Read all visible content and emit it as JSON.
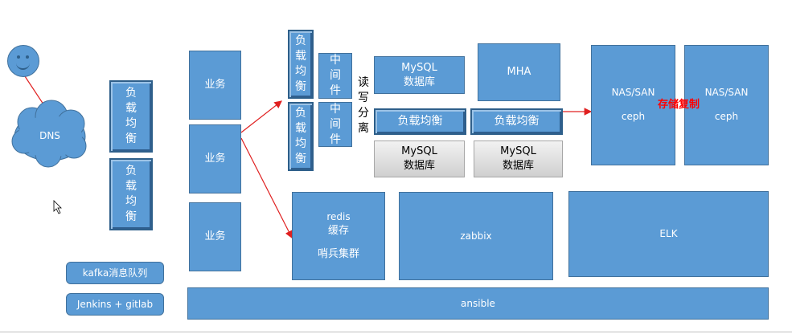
{
  "user": {
    "face": ""
  },
  "dns": {
    "label": "DNS"
  },
  "lb_left": [
    {
      "chars": [
        "负",
        "载",
        "均",
        "衡"
      ]
    },
    {
      "chars": [
        "负",
        "载",
        "均",
        "衡"
      ]
    }
  ],
  "biz": [
    "业务",
    "业务",
    "业务"
  ],
  "lb_mid": [
    {
      "chars": [
        "负",
        "载",
        "均",
        "衡"
      ]
    },
    {
      "chars": [
        "负",
        "载",
        "均",
        "衡"
      ]
    }
  ],
  "middleware": [
    {
      "chars": [
        "中",
        "间",
        "件"
      ]
    },
    {
      "chars": [
        "中",
        "间",
        "件"
      ]
    }
  ],
  "rw_split": {
    "chars": [
      "读",
      "写",
      "分",
      "离"
    ]
  },
  "mysql_master": {
    "line1": "MySQL",
    "line2": "数据库"
  },
  "mha": {
    "label": "MHA"
  },
  "lb_db": [
    "负载均衡",
    "负载均衡"
  ],
  "mysql_slaves": [
    {
      "line1": "MySQL",
      "line2": "数据库"
    },
    {
      "line1": "MySQL",
      "line2": "数据库"
    }
  ],
  "storage": [
    {
      "line1": "NAS/SAN",
      "line2": "ceph"
    },
    {
      "line1": "NAS/SAN",
      "line2": "ceph"
    }
  ],
  "storage_copy": {
    "label": "存储复制",
    "color": "#ff0000"
  },
  "redis": {
    "line1": "redis",
    "line2": "缓存",
    "line3": "哨兵集群"
  },
  "zabbix": {
    "label": "zabbix"
  },
  "elk": {
    "label": "ELK"
  },
  "kafka": {
    "label": "kafka消息队列"
  },
  "jenkins": {
    "label": "Jenkins + gitlab"
  },
  "ansible": {
    "label": "ansible"
  },
  "colors": {
    "box": "#5b9bd5",
    "border": "#41719c",
    "arrow": "#e02020"
  }
}
